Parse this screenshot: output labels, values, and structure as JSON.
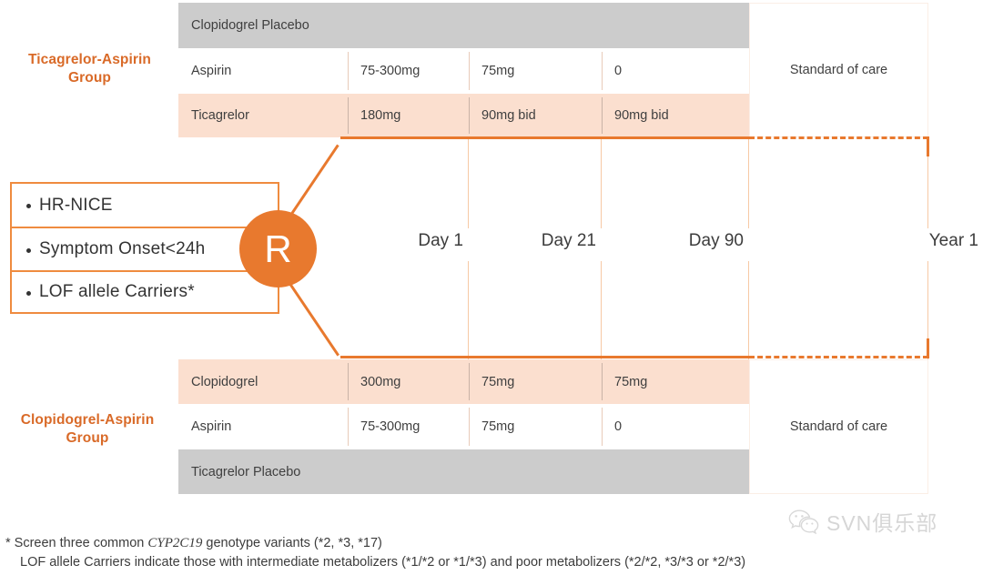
{
  "colors": {
    "accent_orange": "#e8792e",
    "label_orange": "#d96a28",
    "row_peach": "#fbdfcf",
    "row_gray": "#cccccc",
    "timeline_line": "#f7c9a5"
  },
  "randomization": {
    "marker_label": "R",
    "marker_name": "randomization-node"
  },
  "criteria": {
    "items": [
      {
        "text": "HR-NICE"
      },
      {
        "text": "Symptom Onset<24h"
      },
      {
        "text": "LOF allele Carriers*"
      }
    ]
  },
  "timeline": {
    "labels": [
      {
        "text": "Day 1"
      },
      {
        "text": "Day 21"
      },
      {
        "text": "Day 90"
      },
      {
        "text": "Year 1"
      }
    ]
  },
  "groups": {
    "top": {
      "label_line1": "Ticagrelor-Aspirin",
      "label_line2": "Group",
      "standard_of_care": "Standard of care",
      "rows": [
        {
          "style": "gray",
          "drug": "Clopidogrel Placebo",
          "d1": "",
          "d21": "",
          "d90": ""
        },
        {
          "style": "white",
          "drug": "Aspirin",
          "d1": "75-300mg",
          "d21": "75mg",
          "d90": "0"
        },
        {
          "style": "peach",
          "drug": "Ticagrelor",
          "d1": "180mg",
          "d21": "90mg bid",
          "d90": "90mg bid"
        }
      ]
    },
    "bottom": {
      "label_line1": "Clopidogrel-Aspirin",
      "label_line2": "Group",
      "standard_of_care": "Standard of care",
      "rows": [
        {
          "style": "peach",
          "drug": "Clopidogrel",
          "d1": "300mg",
          "d21": "75mg",
          "d90": "75mg"
        },
        {
          "style": "white",
          "drug": "Aspirin",
          "d1": "75-300mg",
          "d21": "75mg",
          "d90": "0"
        },
        {
          "style": "gray",
          "drug": "Ticagrelor Placebo",
          "d1": "",
          "d21": "",
          "d90": ""
        }
      ]
    }
  },
  "footnote": {
    "line1_pre": "* Screen three common ",
    "line1_gene": "CYP2C19",
    "line1_post": " genotype variants (*2, *3, *17)",
    "line2": "LOF allele Carriers indicate those with  intermediate metabolizers (*1/*2 or *1/*3) and poor metabolizers (*2/*2, *3/*3 or *2/*3)"
  },
  "watermark": {
    "text": "SVN俱乐部",
    "icon": "wechat-icon"
  }
}
